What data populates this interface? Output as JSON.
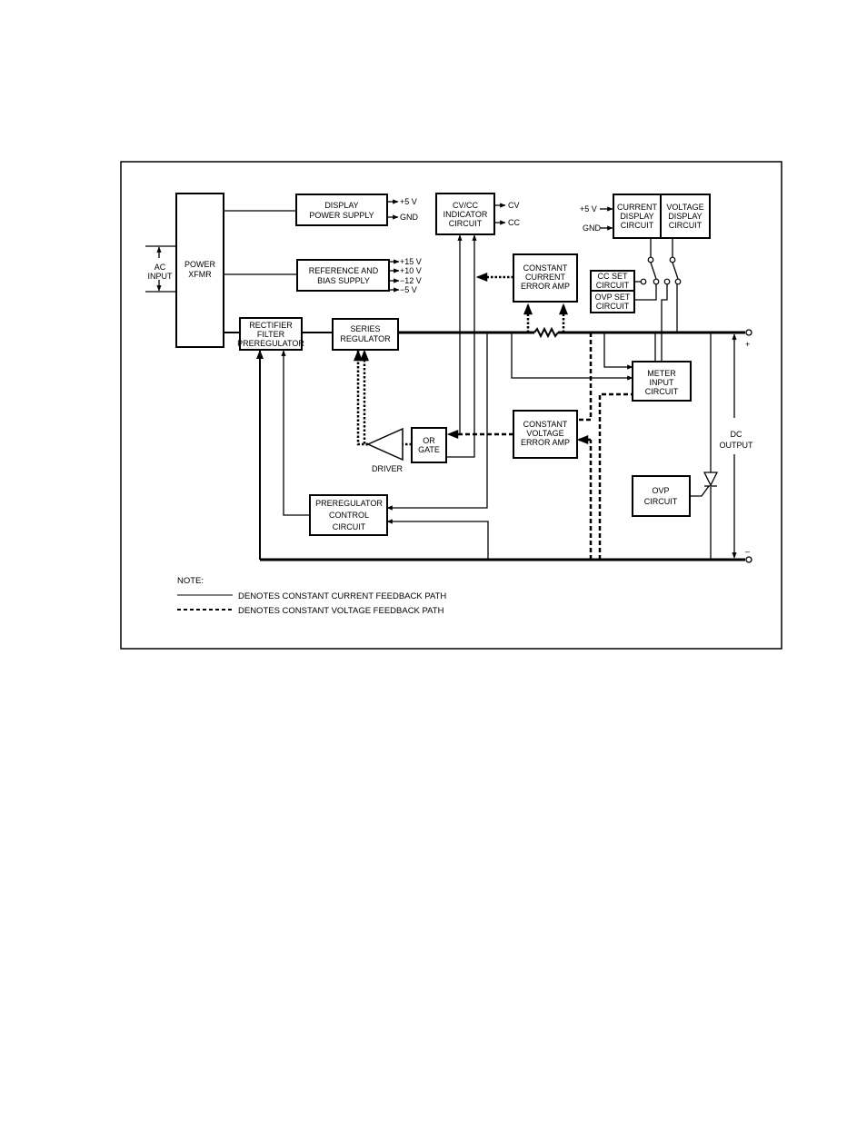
{
  "blocks": {
    "power_xfmr": [
      "POWER",
      "XFMR"
    ],
    "display_power_supply": [
      "DISPLAY",
      "POWER SUPPLY"
    ],
    "reference_bias_supply": [
      "REFERENCE AND",
      "BIAS SUPPLY"
    ],
    "rectifier": [
      "RECTIFIER",
      "FILTER",
      "PREREGULATOR"
    ],
    "series_regulator": [
      "SERIES",
      "REGULATOR"
    ],
    "cvcc_indicator": [
      "CV/CC",
      "INDICATOR",
      "CIRCUIT"
    ],
    "constant_current_error_amp": [
      "CONSTANT",
      "CURRENT",
      "ERROR AMP"
    ],
    "constant_voltage_error_amp": [
      "CONSTANT",
      "VOLTAGE",
      "ERROR AMP"
    ],
    "or_gate": [
      "OR",
      "GATE"
    ],
    "preregulator_control": [
      "PREREGULATOR",
      "CONTROL",
      "CIRCUIT"
    ],
    "current_display": [
      "CURRENT",
      "DISPLAY",
      "CIRCUIT"
    ],
    "voltage_display": [
      "VOLTAGE",
      "DISPLAY",
      "CIRCUIT"
    ],
    "cc_set": [
      "CC SET",
      "CIRCUIT"
    ],
    "ovp_set": [
      "OVP SET",
      "CIRCUIT"
    ],
    "meter_input": [
      "METER",
      "INPUT",
      "CIRCUIT"
    ],
    "ovp_circuit": [
      "OVP",
      "CIRCUIT"
    ]
  },
  "labels": {
    "ac_input": [
      "AC",
      "INPUT"
    ],
    "driver": "DRIVER",
    "display_plus5": "+5 V",
    "display_gnd": "GND",
    "ref_plus15": "+15 V",
    "ref_plus10": "+10 V",
    "ref_minus12": "−12 V",
    "ref_minus5": "−5 V",
    "cv_out": "CV",
    "cc_out": "CC",
    "meter_plus5": "+5 V",
    "meter_gnd": "GND",
    "dc_output": [
      "DC",
      "OUTPUT"
    ],
    "plus_terminal": "+",
    "minus_terminal": "–"
  },
  "legend": {
    "title": "NOTE:",
    "solid": "DENOTES CONSTANT CURRENT FEEDBACK PATH",
    "dashed": "DENOTES CONSTANT VOLTAGE FEEDBACK PATH"
  }
}
